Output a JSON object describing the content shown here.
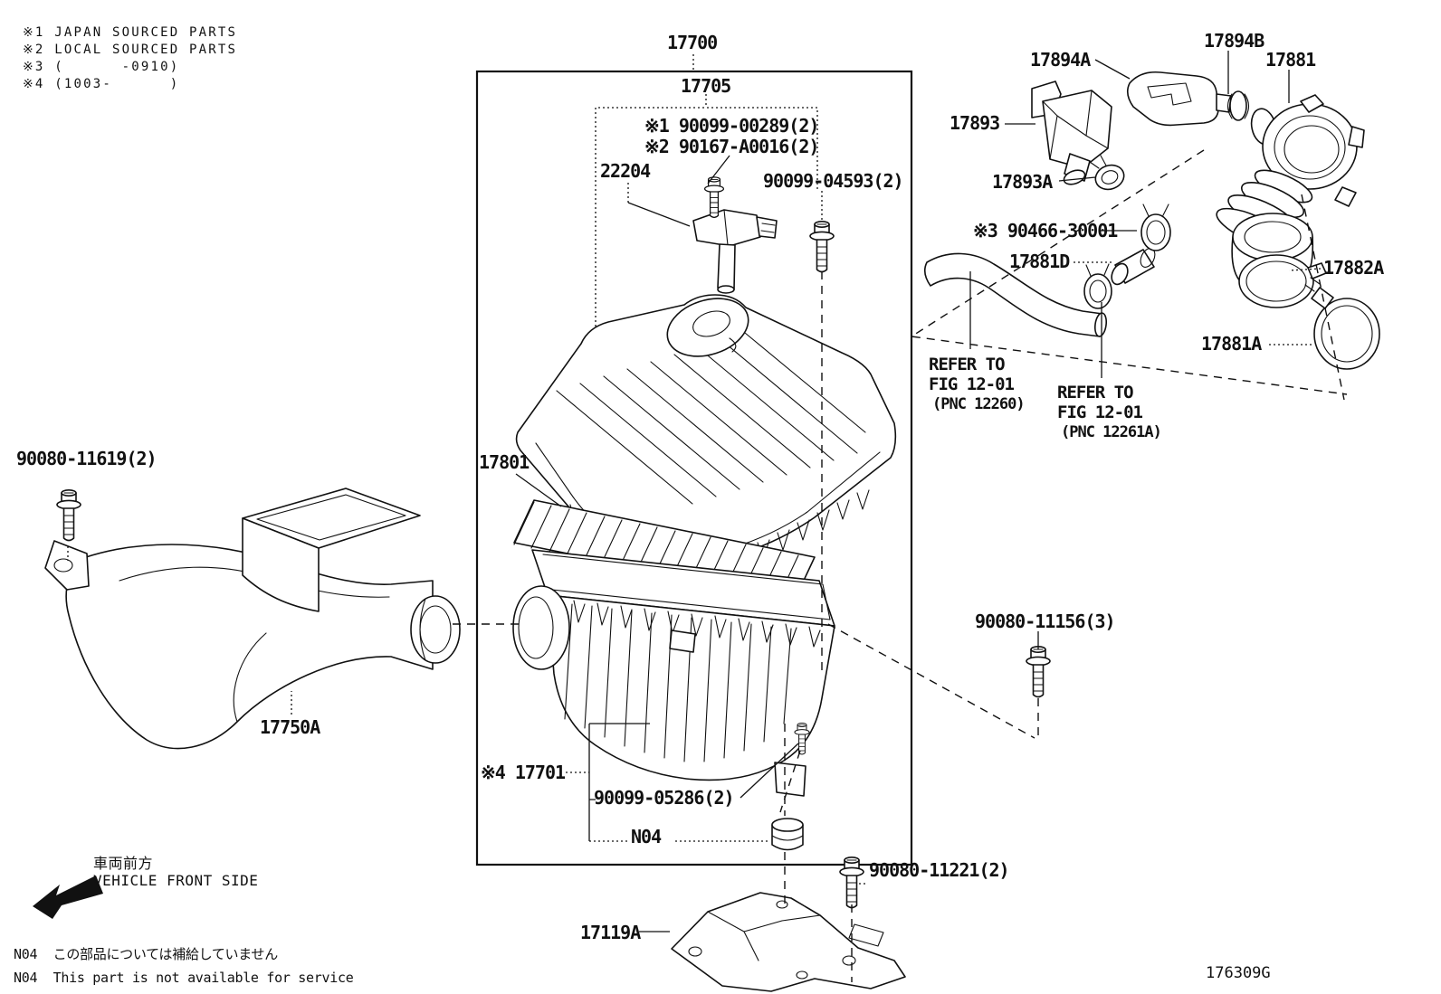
{
  "legend": {
    "lines": [
      "※1 JAPAN SOURCED PARTS",
      "※2 LOCAL SOURCED PARTS",
      "※3 (      -0910)",
      "※4 (1003-      )"
    ]
  },
  "parts": {
    "t17700": "17700",
    "t17705": "17705",
    "screw1": "※1 90099-00289(2)",
    "screw2": "※2 90167-A0016(2)",
    "t22204": "22204",
    "b04593": "90099-04593(2)",
    "t17894A": "17894A",
    "t17894B": "17894B",
    "t17881": "17881",
    "t17893": "17893",
    "t17893A": "17893A",
    "c90466": "※3 90466-30001",
    "t17881D": "17881D",
    "t17882A": "17882A",
    "t17881A": "17881A",
    "b11619": "90080-11619(2)",
    "t17750A": "17750A",
    "t17801": "17801",
    "t17701": "※4 17701",
    "b05286": "90099-05286(2)",
    "n04": "N04",
    "b11221": "90080-11221(2)",
    "t17119A": "17119A",
    "b11156": "90080-11156(3)"
  },
  "references": {
    "ref1": {
      "line1": "REFER TO",
      "line2": "FIG 12-01",
      "line3": "(PNC 12260)"
    },
    "ref2": {
      "line1": "REFER TO",
      "line2": "FIG 12-01",
      "line3": "(PNC 12261A)"
    }
  },
  "footer": {
    "front_jp": "車両前方",
    "front_en": "VEHICLE FRONT SIDE",
    "note_jp": "N04  この部品については補給していません",
    "note_en": "N04  This part is not available for service",
    "code": "176309G"
  }
}
